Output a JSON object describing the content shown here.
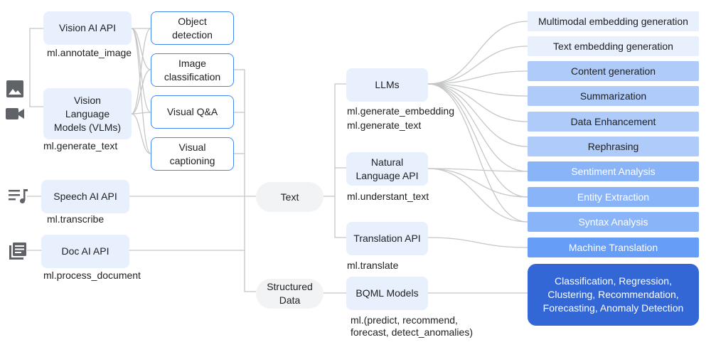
{
  "icons": {
    "image": "image-icon",
    "video": "videocam-icon",
    "audio": "music-note-icon",
    "document": "document-icon"
  },
  "colors": {
    "border": "#4285f4",
    "light": "#e8f0fe",
    "mid": "#aecbfa",
    "strong": "#8ab4f8",
    "deeper": "#669df6",
    "deep": "#3367d6",
    "hub": "#f1f3f4",
    "line": "#c4c7c5",
    "icon": "#5f6368"
  },
  "apis": {
    "vision_ai": "Vision AI API",
    "vlms": "Vision Language Models (VLMs)",
    "speech_ai": "Speech AI API",
    "doc_ai": "Doc AI API",
    "llms": "LLMs",
    "nl_api": "Natural Language API",
    "translation_api": "Translation API",
    "bqml": "BQML Models"
  },
  "functions": {
    "vision_ai": "ml.annotate_image",
    "vlms": "ml.generate_text",
    "speech_ai": "ml.transcribe",
    "doc_ai": "ml.process_document",
    "llms_line1": "ml.generate_embedding",
    "llms_line2": "ml.generate_text",
    "nl_api": "ml.understant_text",
    "translation_api": "ml.translate",
    "bqml_line1": "ml.(predict, recommend,",
    "bqml_line2": "forecast, detect_anomalies)"
  },
  "tasks": {
    "object_detection": "Object detection",
    "image_classification": "Image classification",
    "visual_qa": "Visual Q&A",
    "visual_captioning": "Visual captioning"
  },
  "hubs": {
    "text": "Text",
    "structured": "Structured Data"
  },
  "capabilities": [
    "Multimodal embedding generation",
    "Text embedding generation",
    "Content generation",
    "Summarization",
    "Data Enhancement",
    "Rephrasing",
    "Sentiment Analysis",
    "Entity Extraction",
    "Syntax Analysis",
    "Machine Translation"
  ],
  "ml_tasks": "Classification, Regression, Clustering, Recommendation, Forecasting, Anomaly Detection"
}
